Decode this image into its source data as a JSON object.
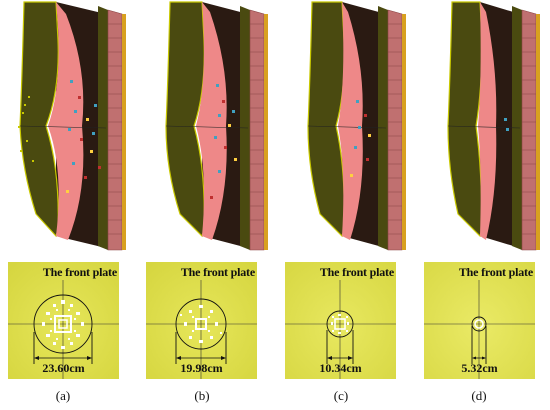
{
  "figure": {
    "panels": [
      {
        "id": "a",
        "caption": "(a)",
        "plate_title": "The front plate",
        "diameter": "23.60cm"
      },
      {
        "id": "b",
        "caption": "(b)",
        "plate_title": "The front plate",
        "diameter": "19.98cm"
      },
      {
        "id": "c",
        "caption": "(c)",
        "plate_title": "The front plate",
        "diameter": "10.34cm"
      },
      {
        "id": "d",
        "caption": "(d)",
        "plate_title": "The front plate",
        "diameter": "5.32cm"
      }
    ],
    "colors": {
      "plate_face": "#4a4a10",
      "plate_edge": "#c8c800",
      "inner_pink": "#ee8888",
      "cavity_dark": "#2a1a12",
      "rear_panel": "#c07070",
      "plate_yellow": "#e4e456",
      "crosshair": "#333333"
    }
  }
}
